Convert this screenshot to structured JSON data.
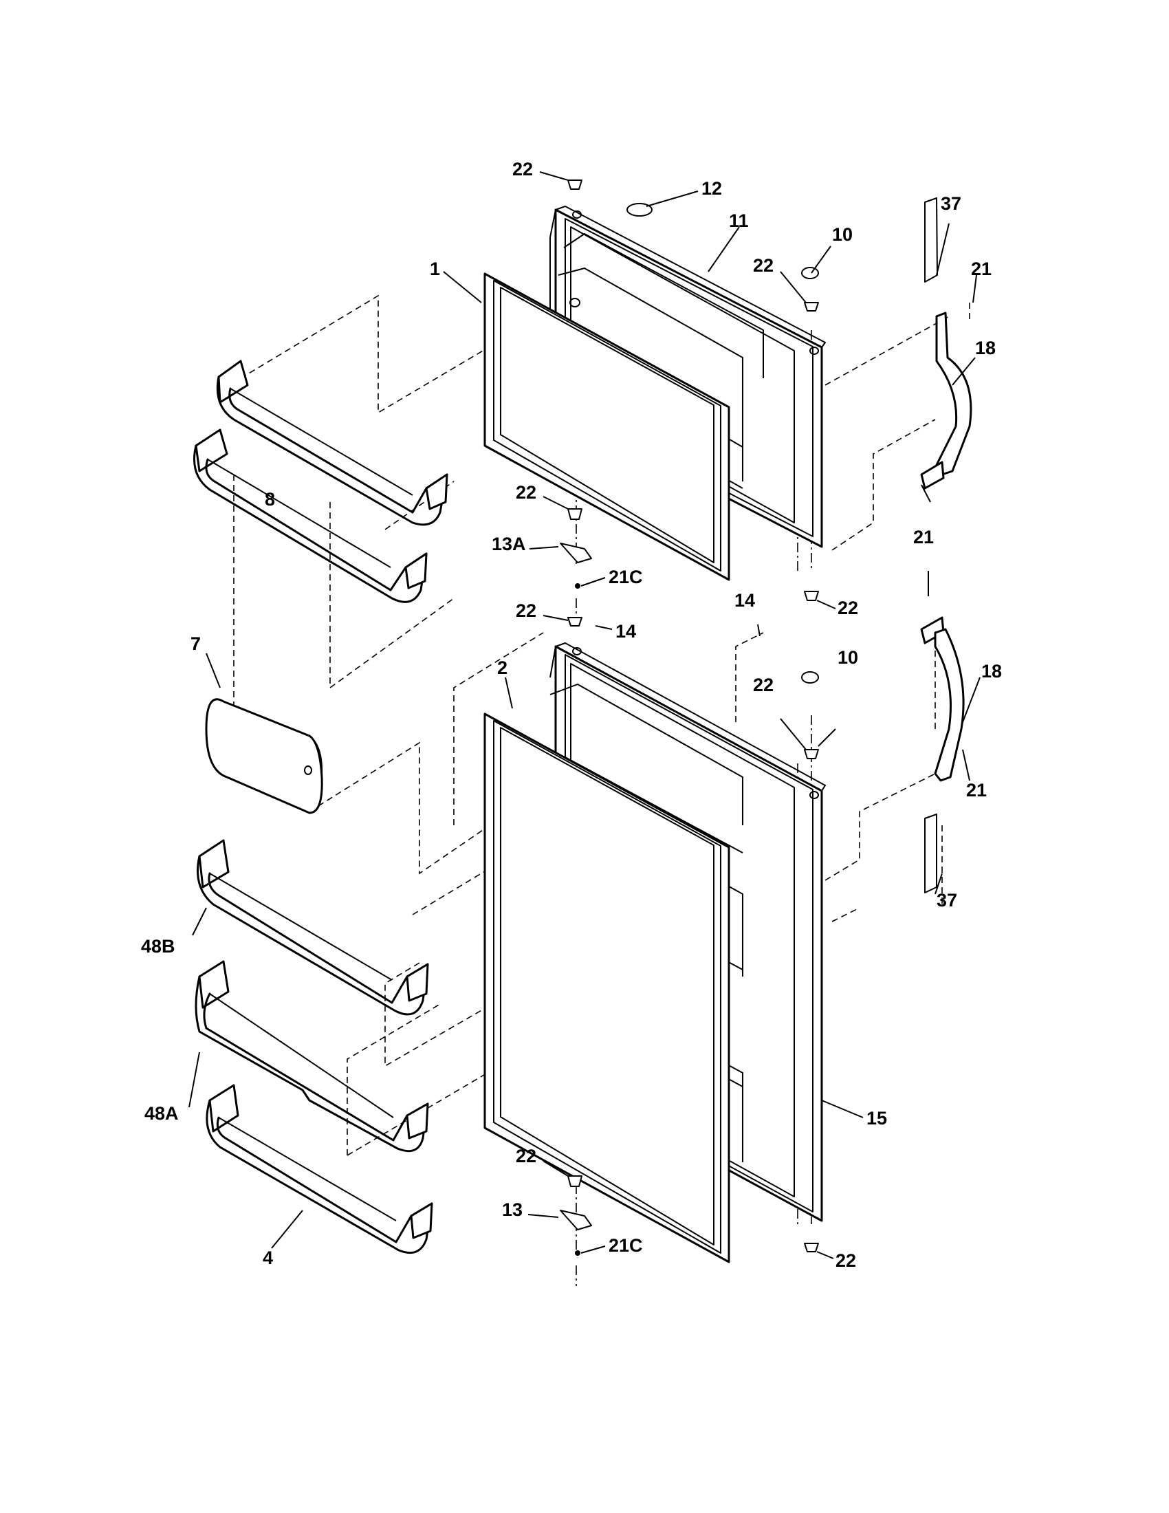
{
  "labels": {
    "p1": "1",
    "p2": "2",
    "p4": "4",
    "p7": "7",
    "p8": "8",
    "p10a": "10",
    "p10b": "10",
    "p11": "11",
    "p12": "12",
    "p13": "13",
    "p13a": "13A",
    "p14a": "14",
    "p14b": "14",
    "p15": "15",
    "p18a": "18",
    "p18b": "18",
    "p21a": "21",
    "p21b": "21",
    "p21c": "21",
    "p21ca": "21C",
    "p21cb": "21C",
    "p22a": "22",
    "p22b": "22",
    "p22c": "22",
    "p22d": "22",
    "p22e": "22",
    "p22f": "22",
    "p22g": "22",
    "p22h": "22",
    "p37a": "37",
    "p37b": "37",
    "p48a": "48A",
    "p48b": "48B"
  }
}
